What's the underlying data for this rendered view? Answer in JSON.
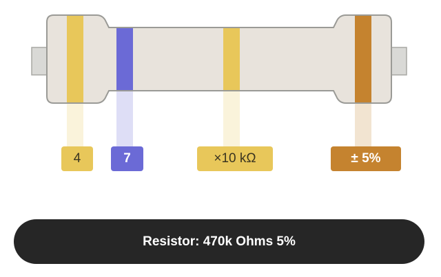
{
  "resistor": {
    "body_color": "#e8e3dc",
    "outline_color": "#9a9a96",
    "lead_color": "#d9d9d6",
    "bands": [
      {
        "color": "#e8c75a",
        "label": "4",
        "label_bg": "#e8c75a",
        "label_text_dark": true
      },
      {
        "color": "#6b6ad6",
        "label": "7",
        "label_bg": "#6b6ad6",
        "label_text_dark": false
      },
      {
        "color": "#e8c75a",
        "label": "×10 kΩ",
        "label_bg": "#e8c75a",
        "label_text_dark": true
      },
      {
        "color": "#c5832f",
        "label": "± 5%",
        "label_bg": "#c5832f",
        "label_text_dark": false
      }
    ]
  },
  "result": {
    "text": "Resistor: 470k Ohms 5%"
  }
}
